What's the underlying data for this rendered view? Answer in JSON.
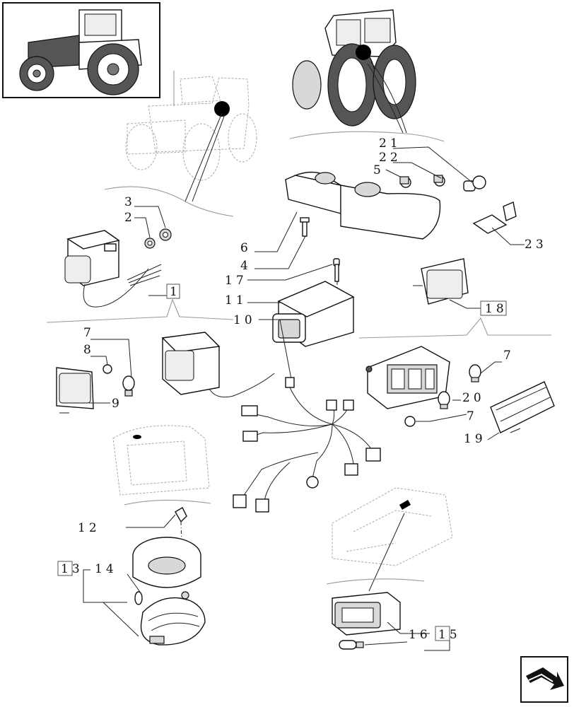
{
  "labels": {
    "l1": "1",
    "l2": "2",
    "l3": "3",
    "l4": "4",
    "l5": "5",
    "l6": "6",
    "l7a": "7",
    "l7b": "7",
    "l7c": "7",
    "l8": "8",
    "l9": "9",
    "l10": "10",
    "l11": "11",
    "l12": "12",
    "l13": "13",
    "l14": "14",
    "l15": "15",
    "l16": "16",
    "l17": "17",
    "l18": "18",
    "l19": "19",
    "l20": "20",
    "l21": "21",
    "l22": "22",
    "l23": "23"
  },
  "icons": {
    "overview": "tractor-overview-icon",
    "nav": "next-page-arrow-icon"
  },
  "colors": {
    "ink": "#111111",
    "ghost": "#aaaaaa",
    "marker": "#000000"
  }
}
